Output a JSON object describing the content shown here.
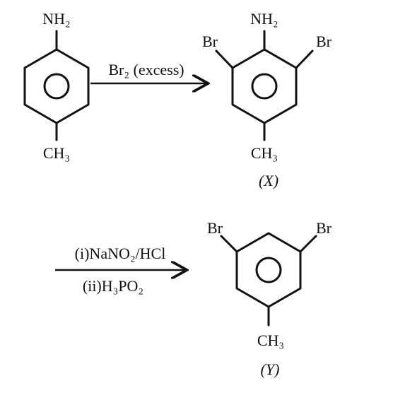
{
  "reactant": {
    "top_group": "NH₂",
    "bottom_group": "CH₃"
  },
  "step1": {
    "reagent": "Br₂ (excess)"
  },
  "product_x": {
    "top_group": "NH₂",
    "left_sub": "Br",
    "right_sub": "Br",
    "bottom_group": "CH₃",
    "label": "(X)"
  },
  "step2": {
    "reagent_top": "(i)NaNO₂/HCl",
    "reagent_bottom": "(ii)H₃PO₂"
  },
  "product_y": {
    "left_sub": "Br",
    "right_sub": "Br",
    "bottom_group": "CH₃",
    "label": "(Y)"
  }
}
